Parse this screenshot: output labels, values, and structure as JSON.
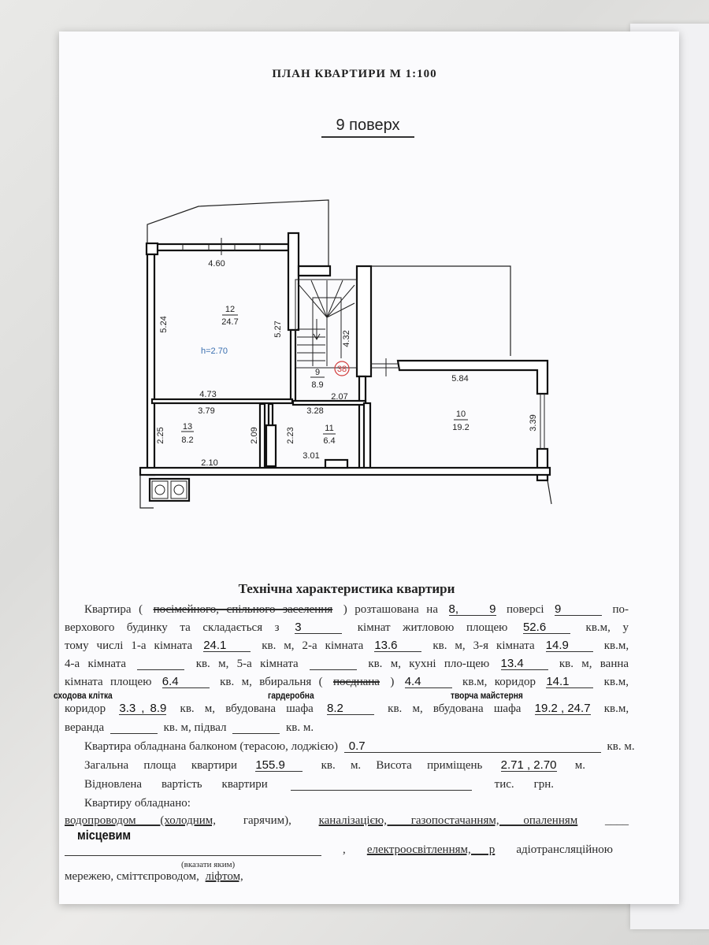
{
  "document": {
    "title": "ПЛАН КВАРТИРИ М 1:100",
    "floor_label": "9 поверх"
  },
  "plan": {
    "rooms": [
      {
        "num": "12",
        "area": "24.7"
      },
      {
        "num": "9",
        "area": "8.9"
      },
      {
        "num": "10",
        "area": "19.2"
      },
      {
        "num": "13",
        "area": "8.2"
      },
      {
        "num": "11",
        "area": "6.4"
      }
    ],
    "dims": [
      "4.60",
      "5.24",
      "5.27",
      "4.32",
      "2.07",
      "4.73",
      "3.79",
      "3.28",
      "2.25",
      "2.09",
      "2.10",
      "2.23",
      "3.01",
      "5.84",
      "3.39"
    ],
    "height_label": "h=2.70",
    "stamp": "38",
    "stamp_color": "#d23b3b",
    "height_color": "#3a6fb0"
  },
  "form": {
    "heading": "Технічна характеристика квартири",
    "notes": [
      "сходова клітка",
      "гардеробна",
      "творча майстерня"
    ],
    "lines": [
      [
        {
          "k": "p",
          "t": "Квартира ("
        },
        {
          "k": "s",
          "t": "посімейного, спільного заселення"
        },
        {
          "k": "p",
          "t": ") розташована на"
        },
        {
          "k": "f",
          "t": "8, 9"
        },
        {
          "k": "p",
          "t": "поверсі"
        },
        {
          "k": "f",
          "t": "9"
        },
        {
          "k": "p",
          "t": "по-"
        }
      ],
      [
        {
          "k": "p",
          "t": "верхового будинку та складається з"
        },
        {
          "k": "f",
          "t": "3"
        },
        {
          "k": "p",
          "t": "кімнат житловою площею"
        },
        {
          "k": "f",
          "t": "52.6"
        },
        {
          "k": "p",
          "t": "кв.м, у"
        }
      ],
      [
        {
          "k": "p",
          "t": "тому числі 1-а кімната"
        },
        {
          "k": "f",
          "t": "24.1"
        },
        {
          "k": "p",
          "t": "кв. м, 2-а кімната"
        },
        {
          "k": "f",
          "t": "13.6"
        },
        {
          "k": "p",
          "t": "кв. м, 3-я кімната"
        },
        {
          "k": "f",
          "t": "14.9"
        },
        {
          "k": "p",
          "t": "кв.м,"
        }
      ],
      [
        {
          "k": "p",
          "t": "4-а кімната"
        },
        {
          "k": "f",
          "t": ""
        },
        {
          "k": "p",
          "t": "кв. м, 5-а кімната"
        },
        {
          "k": "f",
          "t": ""
        },
        {
          "k": "p",
          "t": "кв. м, кухні пло-щею"
        },
        {
          "k": "f",
          "t": "13.4"
        },
        {
          "k": "p",
          "t": "кв. м, ванна"
        }
      ],
      [
        {
          "k": "p",
          "t": "кімната площею"
        },
        {
          "k": "f",
          "t": "6.4"
        },
        {
          "k": "p",
          "t": "кв. м, вбиральня ("
        },
        {
          "k": "s",
          "t": "поєднана"
        },
        {
          "k": "p",
          "t": ")"
        },
        {
          "k": "f",
          "t": "4.4"
        },
        {
          "k": "p",
          "t": "кв.м, коридор"
        },
        {
          "k": "f",
          "t": "14.1"
        },
        {
          "k": "p",
          "t": "кв.м,"
        }
      ],
      [
        {
          "k": "p",
          "t": "коридор"
        },
        {
          "k": "f",
          "t": "3.3 , 8.9"
        },
        {
          "k": "p",
          "t": "кв. м, вбудована шафа"
        },
        {
          "k": "f",
          "t": "8.2"
        },
        {
          "k": "p",
          "t": "кв. м, вбудована шафа"
        },
        {
          "k": "f",
          "t": "19.2 , 24.7"
        },
        {
          "k": "p",
          "t": "кв.м,"
        }
      ],
      [
        {
          "k": "p",
          "t": "веранда"
        },
        {
          "k": "f",
          "t": ""
        },
        {
          "k": "p",
          "t": "кв. м, підвал"
        },
        {
          "k": "f",
          "t": ""
        },
        {
          "k": "p",
          "t": "кв. м."
        }
      ],
      [
        {
          "k": "p",
          "t": "Квартира обладнана балконом (терасою, лоджією)"
        },
        {
          "k": "fx",
          "t": "0.7"
        },
        {
          "k": "p",
          "t": "кв. м."
        }
      ],
      [
        {
          "k": "p",
          "t": "Загальна площа квартири"
        },
        {
          "k": "f",
          "t": "155.9"
        },
        {
          "k": "p",
          "t": "кв. м.   Висота приміщень"
        },
        {
          "k": "f",
          "t": "2.71 , 2.70"
        },
        {
          "k": "p",
          "t": "м."
        }
      ],
      [
        {
          "k": "p",
          "t": "Відновлена вартість квартири"
        },
        {
          "k": "fw",
          "t": ""
        },
        {
          "k": "p",
          "t": "тис. грн."
        }
      ],
      [
        {
          "k": "p",
          "t": "Квартиру обладнано:"
        }
      ],
      [
        {
          "k": "u",
          "t": "водопроводом (холодним,"
        },
        {
          "k": "p",
          "t": "гарячим),"
        },
        {
          "k": "u",
          "t": "каналізацією, газопостачанням, опаленням"
        },
        {
          "k": "p",
          "t": "____"
        }
      ],
      [
        {
          "k": "fx",
          "t": ""
        },
        {
          "k": "p",
          "t": ","
        },
        {
          "k": "u",
          "t": "електроосвітленням, р"
        },
        {
          "k": "p",
          "t": "адіотрансляційною"
        }
      ],
      [
        {
          "k": "n",
          "t": "(вказати яким)"
        }
      ],
      [
        {
          "k": "p",
          "t": "мережею, сміттєпроводом,"
        },
        {
          "k": "u",
          "t": "ліфтом,"
        }
      ]
    ],
    "heating_type": "місцевим"
  }
}
